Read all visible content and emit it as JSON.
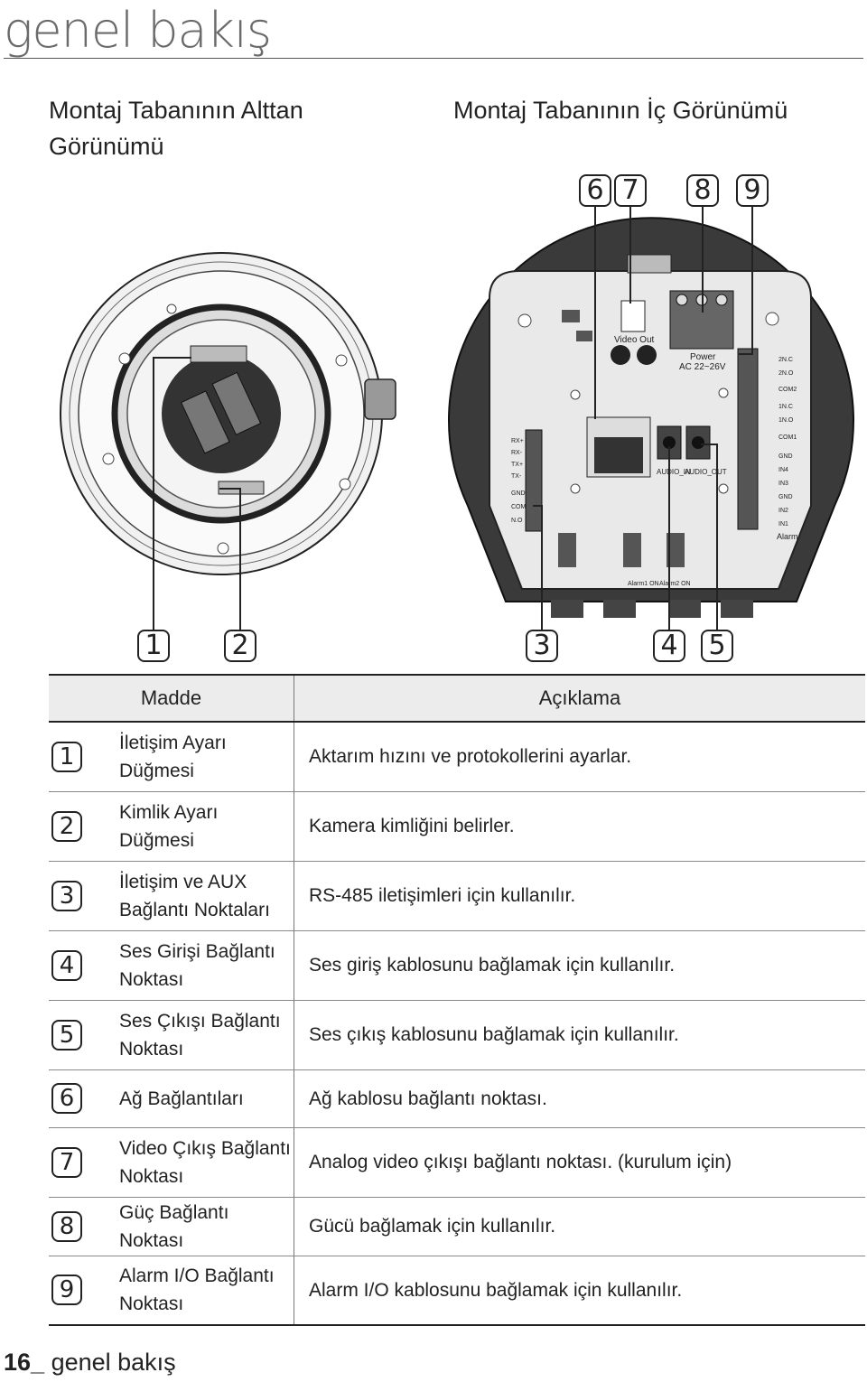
{
  "header": {
    "title": "genel bakış"
  },
  "subtitles": {
    "left": "Montaj Tabanının Alttan Görünümü",
    "right": "Montaj Tabanının İç Görünümü"
  },
  "diagram_labels": {
    "video_out": "Video Out",
    "power": "Power",
    "power_spec": "AC 22~26V",
    "audio_in": "AUDIO_IN",
    "audio_out": "AUDIO_OUT",
    "alarm": "Alarm",
    "alarm1": "Alarm1 ON",
    "alarm2": "Alarm2 ON",
    "left_terminals": [
      "RX+",
      "RX-",
      "TX+",
      "TX-",
      "GND",
      "COM",
      "N.O"
    ],
    "right_terminals": [
      "2N.C",
      "2N.O",
      "COM2",
      "1N.C",
      "1N.O",
      "COM1",
      "GND",
      "IN4",
      "IN3",
      "GND",
      "IN2",
      "IN1"
    ]
  },
  "callouts_top": [
    "6",
    "7",
    "8",
    "9"
  ],
  "callouts_bottom": [
    "1",
    "2",
    "3",
    "4",
    "5"
  ],
  "table": {
    "headers": {
      "item": "Madde",
      "description": "Açıklama"
    },
    "rows": [
      {
        "num": "1",
        "name": "İletişim Ayarı Düğmesi",
        "desc": "Aktarım hızını ve protokollerini ayarlar."
      },
      {
        "num": "2",
        "name": "Kimlik Ayarı Düğmesi",
        "desc": "Kamera kimliğini belirler."
      },
      {
        "num": "3",
        "name": "İletişim ve AUX Bağlantı Noktaları",
        "desc": "RS-485 iletişimleri için kullanılır."
      },
      {
        "num": "4",
        "name": "Ses Girişi Bağlantı Noktası",
        "desc": "Ses giriş kablosunu bağlamak için kullanılır."
      },
      {
        "num": "5",
        "name": "Ses Çıkışı Bağlantı Noktası",
        "desc": "Ses çıkış kablosunu bağlamak için kullanılır."
      },
      {
        "num": "6",
        "name": "Ağ Bağlantıları",
        "desc": "Ağ kablosu bağlantı noktası."
      },
      {
        "num": "7",
        "name": "Video Çıkış Bağlantı Noktası",
        "desc": "Analog video çıkışı bağlantı noktası. (kurulum için)"
      },
      {
        "num": "8",
        "name": "Güç Bağlantı Noktası",
        "desc": "Gücü bağlamak için kullanılır."
      },
      {
        "num": "9",
        "name": "Alarm I/O Bağlantı Noktası",
        "desc": "Alarm I/O kablosunu bağlamak için kullanılır."
      }
    ]
  },
  "footer": {
    "page_num": "16_",
    "section": "genel bakış"
  }
}
